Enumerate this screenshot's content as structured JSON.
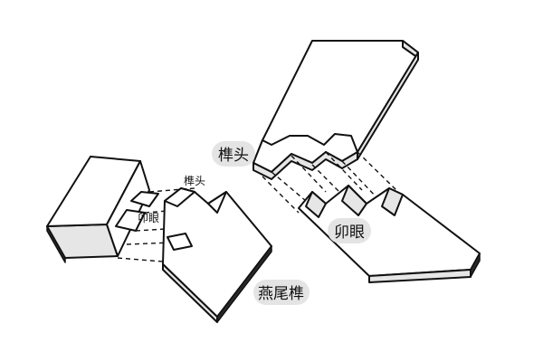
{
  "labels": {
    "tenon_top": "榫头",
    "mortise_right": "卯眼",
    "tenon_left": "榫头",
    "mortise_left": "卯眼",
    "joint_name": "燕尾榫"
  },
  "colors": {
    "line": "#111111",
    "pill_background": "#e4e4e4",
    "face": "#ffffff"
  }
}
